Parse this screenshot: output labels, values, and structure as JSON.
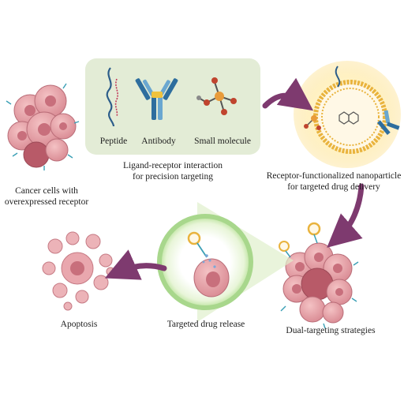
{
  "ligand_panel": {
    "items": [
      {
        "label": "Peptide",
        "icon": "peptide-strand-icon"
      },
      {
        "label": "Antibody",
        "icon": "antibody-icon"
      },
      {
        "label": "Small molecule",
        "icon": "small-molecule-icon"
      }
    ],
    "caption_line1": "Ligand-receptor interaction",
    "caption_line2": "for precision targeting"
  },
  "stages": {
    "cancer_cells": {
      "line1": "Cancer cells  with",
      "line2": "overexpressed receptor"
    },
    "nanoparticle": {
      "line1": "Receptor-functionalized nanoparticle",
      "line2": "for targeted drug delivery"
    },
    "dual_targeting": {
      "label": "Dual-targeting strategies"
    },
    "drug_release": {
      "label": "Targeted drug release"
    },
    "apoptosis": {
      "label": "Apoptosis"
    }
  },
  "colors": {
    "panel_bg": "#e3ecd6",
    "cell_pink": "#e8a0a6",
    "cell_dark": "#b85a68",
    "nucleus": "#c86f7c",
    "arrow_purple": "#7e3a6f",
    "glow_yellow": "#fff3bf",
    "membrane_gold": "#e9b33d",
    "zoom_green": "#a8d78c",
    "receptor_teal": "#3a9fb5",
    "antibody_blue": "#2e6e9e"
  }
}
